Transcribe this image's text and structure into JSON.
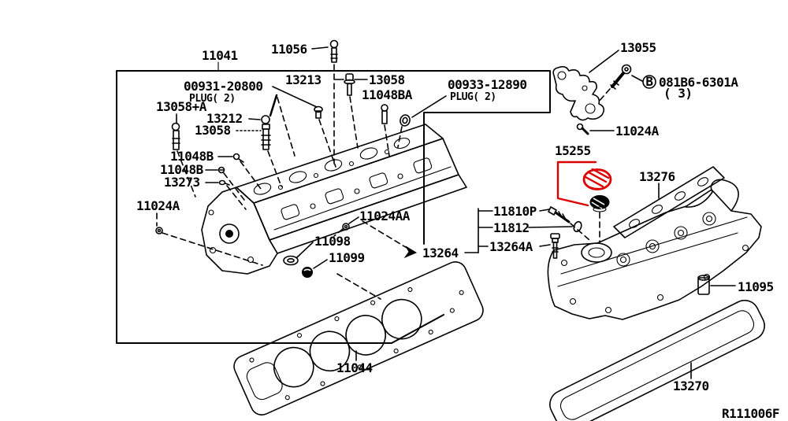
{
  "diagram": {
    "type": "exploded-parts-diagram",
    "subject": "cylinder-head-and-rocker-cover",
    "colors": {
      "line": "#000000",
      "background": "#ffffff",
      "highlight_red": "#dd0000"
    },
    "callouts": {
      "c11041": "11041",
      "c11056": "11056",
      "c13213": "13213",
      "c13058top": "13058",
      "c11048BA": "11048BA",
      "c00931": "00931-20800",
      "c00931plug": "PLUG( 2)",
      "c13058plusA": "13058+A",
      "c13212": "13212",
      "c13058mid": "13058",
      "c11048B1": "11048B",
      "c11048B2": "11048B",
      "c13273": "13273",
      "c11024A1": "11024A",
      "c11024AA": "11024AA",
      "c11098": "11098",
      "c11099": "11099",
      "c11044": "11044",
      "c00933": "00933-12890",
      "c00933plug": "PLUG( 2)",
      "c13055": "13055",
      "cBprefix": "B",
      "c081B6": "081B6-6301A",
      "c081B6qty": "( 3)",
      "c11024A2": "11024A",
      "c15255": "15255",
      "c13276": "13276",
      "c11810P": "11810P",
      "c11812": "11812",
      "c13264": "13264",
      "c13264A": "13264A",
      "c11095": "11095",
      "c13270": "13270",
      "cref": "R111006F"
    }
  }
}
